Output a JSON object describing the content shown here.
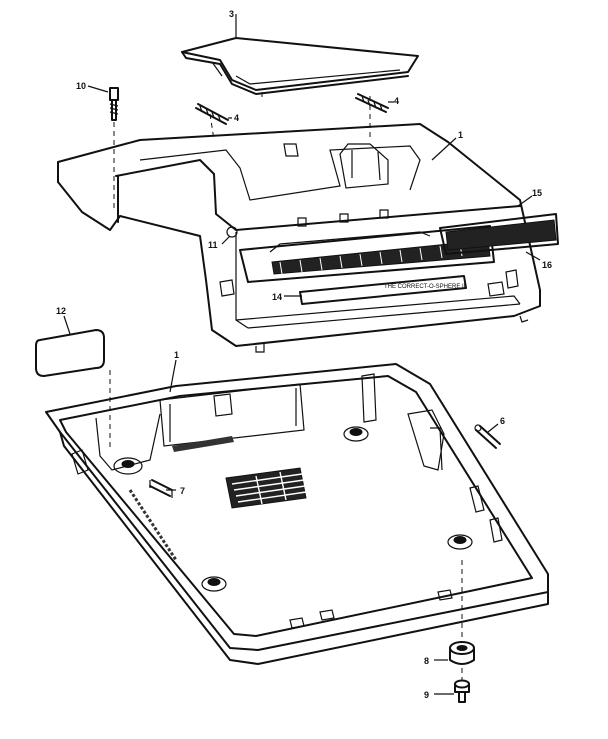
{
  "callouts": {
    "c1_top": "1",
    "c1_base": "1",
    "c3": "3",
    "c4_left": "4",
    "c4_right": "4",
    "c6": "6",
    "c7": "7",
    "c8": "8",
    "c9": "9",
    "c10": "10",
    "c11": "11",
    "c12": "12",
    "c14": "14",
    "c15": "15",
    "c16": "16"
  },
  "panel_text": "THE CORRECT-O-SPHERE II"
}
